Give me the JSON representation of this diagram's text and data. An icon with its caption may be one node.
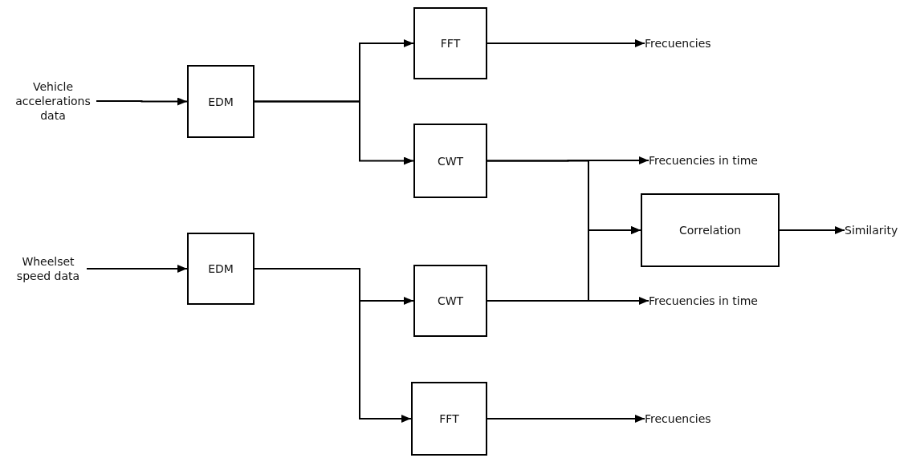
{
  "diagram": {
    "nodes": [
      {
        "text": [
          "Vehicle accelerations data"
        ]
      },
      {
        "text": [
          "EDM"
        ]
      },
      {
        "text": [
          "FFT"
        ]
      },
      {
        "text": [
          "CWT"
        ]
      },
      {
        "text": [
          "Correlation"
        ]
      },
      {
        "text": [
          "CWT"
        ]
      },
      {
        "text": [
          "Wheelset speed data"
        ]
      },
      {
        "text": [
          "EDM"
        ]
      },
      {
        "text": [
          "FFT"
        ]
      },
      {
        "text": [
          "Frecuencies"
        ]
      },
      {
        "text": [
          "Frecuencies in time"
        ]
      },
      {
        "text": [
          "Similarity"
        ]
      },
      {
        "text": [
          "Frecuencies in time"
        ]
      },
      {
        "text": [
          "Frecuencies"
        ]
      }
    ],
    "edges": [
      {
        "from": 0,
        "to": 1,
        "arrow": "to"
      },
      {
        "from": 1,
        "to": 2,
        "arrow": "to"
      },
      {
        "from": 1,
        "to": 3,
        "arrow": "to"
      },
      {
        "from": 2,
        "to": 9,
        "arrow": "to"
      },
      {
        "from": 3,
        "to": 10,
        "arrow": "to"
      },
      {
        "from": 3,
        "to": 4,
        "arrow": "to"
      },
      {
        "from": 5,
        "to": 4,
        "arrow": "to"
      },
      {
        "from": 5,
        "to": 12,
        "arrow": "to"
      },
      {
        "from": 4,
        "to": 11,
        "arrow": "to"
      },
      {
        "from": 6,
        "to": 7,
        "arrow": "to"
      },
      {
        "from": 7,
        "to": 5,
        "arrow": "to"
      },
      {
        "from": 7,
        "to": 8,
        "arrow": "to"
      },
      {
        "from": 8,
        "to": 13,
        "arrow": "to"
      }
    ]
  }
}
